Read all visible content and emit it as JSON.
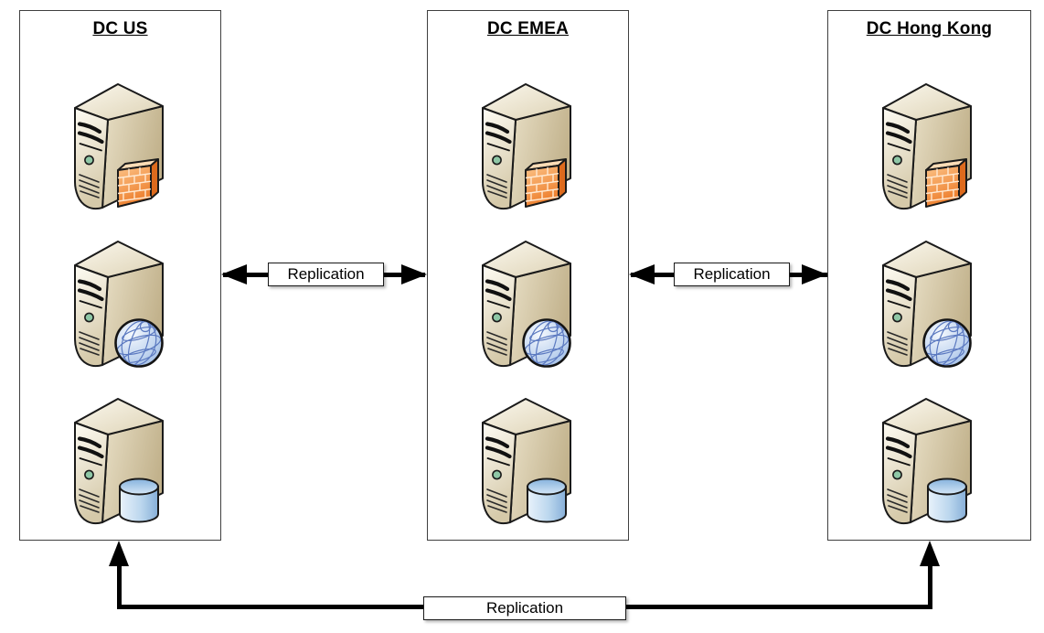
{
  "datacenters": [
    {
      "label": "DC US",
      "servers": [
        {
          "type": "firewall-server",
          "icon": "firewall-icon"
        },
        {
          "type": "web-server",
          "icon": "globe-icon"
        },
        {
          "type": "database-server",
          "icon": "database-icon"
        }
      ]
    },
    {
      "label": "DC EMEA",
      "servers": [
        {
          "type": "firewall-server",
          "icon": "firewall-icon"
        },
        {
          "type": "web-server",
          "icon": "globe-icon"
        },
        {
          "type": "database-server",
          "icon": "database-icon"
        }
      ]
    },
    {
      "label": "DC Hong Kong",
      "servers": [
        {
          "type": "firewall-server",
          "icon": "firewall-icon"
        },
        {
          "type": "web-server",
          "icon": "globe-icon"
        },
        {
          "type": "database-server",
          "icon": "database-icon"
        }
      ]
    }
  ],
  "connections": [
    {
      "from": "DC US",
      "to": "DC EMEA",
      "label": "Replication",
      "direction": "bidirectional"
    },
    {
      "from": "DC EMEA",
      "to": "DC Hong Kong",
      "label": "Replication",
      "direction": "bidirectional"
    },
    {
      "from": "DC US",
      "to": "DC Hong Kong",
      "label": "Replication",
      "direction": "bidirectional"
    }
  ],
  "colors": {
    "connector": "#000000",
    "box_border": "#3f3f3f",
    "server_side": "#d6c9a9",
    "server_front": "#f7f2e4",
    "firewall_accent": "#f08232",
    "globe_accent": "#c3d6f0",
    "database_accent": "#a9c9e8",
    "led_green": "#8ec7a6"
  }
}
